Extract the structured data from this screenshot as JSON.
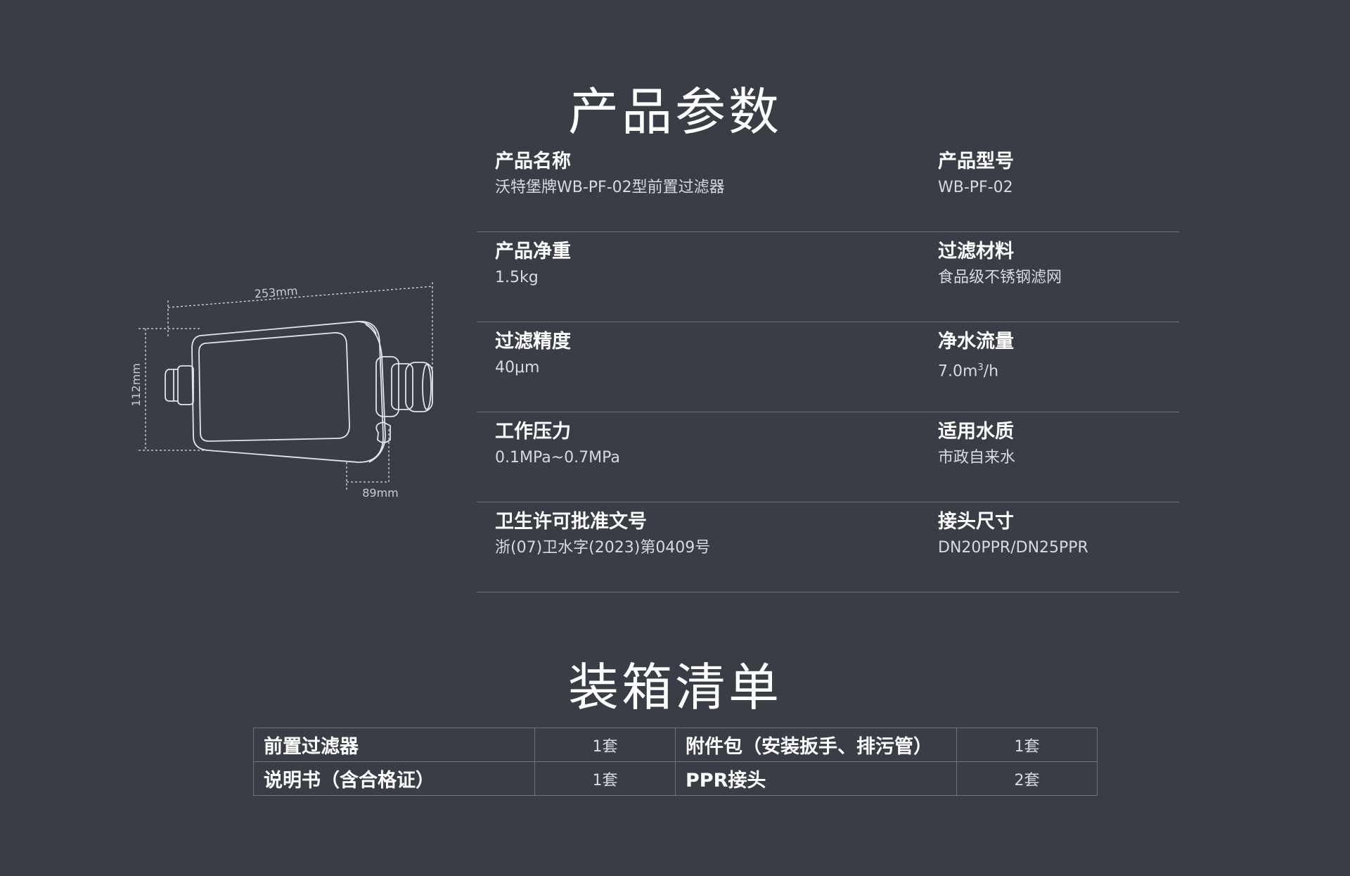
{
  "params_title": "产品参数",
  "packing_title": "装箱清单",
  "diagram": {
    "length_label": "253mm",
    "height_label": "112mm",
    "depth_label": "89mm"
  },
  "specs": [
    {
      "left": {
        "label": "产品名称",
        "value": "沃特堡牌WB-PF-02型前置过滤器"
      },
      "right": {
        "label": "产品型号",
        "value": "WB-PF-02"
      }
    },
    {
      "left": {
        "label": "产品净重",
        "value": "1.5kg"
      },
      "right": {
        "label": "过滤材料",
        "value": "食品级不锈钢滤网"
      }
    },
    {
      "left": {
        "label": "过滤精度",
        "value": "40μm"
      },
      "right": {
        "label": "净水流量",
        "value": "7.0m",
        "value_sup": "3",
        "value_suffix": "/h"
      }
    },
    {
      "left": {
        "label": "工作压力",
        "value": "0.1MPa~0.7MPa"
      },
      "right": {
        "label": "适用水质",
        "value": "市政自来水"
      }
    },
    {
      "left": {
        "label": "卫生许可批准文号",
        "value": "浙(07)卫水字(2023)第0409号"
      },
      "right": {
        "label": "接头尺寸",
        "value": "DN20PPR/DN25PPR"
      }
    }
  ],
  "packing": [
    {
      "item1": "前置过滤器",
      "qty1": "1套",
      "item2": "附件包（安装扳手、排污管）",
      "qty2": "1套"
    },
    {
      "item1": "说明书（含合格证）",
      "qty1": "1套",
      "item2": "PPR接头",
      "qty2": "2套"
    }
  ]
}
